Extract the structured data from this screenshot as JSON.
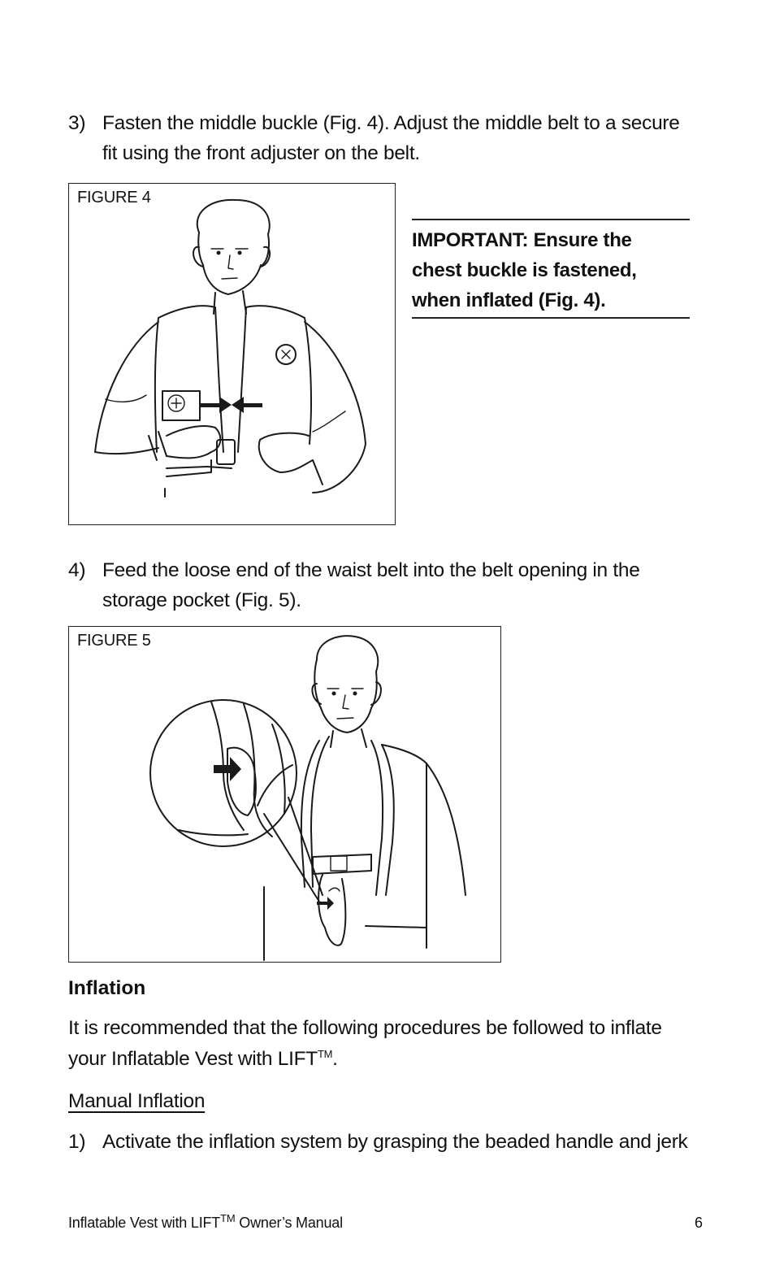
{
  "step3": {
    "number": "3)",
    "line1": "Fasten the middle buckle (Fig. 4). Adjust the middle belt to a secure",
    "line2": "fit using the front adjuster on the belt."
  },
  "figure4": {
    "label": "FIGURE 4"
  },
  "important": {
    "line1": "IMPORTANT: Ensure the",
    "line2": "chest buckle is fastened,",
    "line3": "when inflated (Fig. 4)."
  },
  "step4": {
    "number": "4)",
    "line1": "Feed the loose end of the waist belt into the belt opening in the",
    "line2": "storage pocket (Fig. 5)."
  },
  "figure5": {
    "label": "FIGURE 5"
  },
  "inflation": {
    "heading": "Inflation",
    "para_line1": "It is recommended that the following procedures be followed to inflate",
    "para_line2": "your Inflatable Vest with LIFT",
    "para_tm": "TM",
    "para_end": ".",
    "subheading": "Manual Inflation"
  },
  "step1": {
    "number": "1)",
    "line1": "Activate the inflation system by grasping the beaded handle and jerk"
  },
  "footer": {
    "title": "Inflatable Vest with LIFT",
    "tm": "TM",
    "title_end": " Owner’s Manual",
    "page_number": "6"
  }
}
